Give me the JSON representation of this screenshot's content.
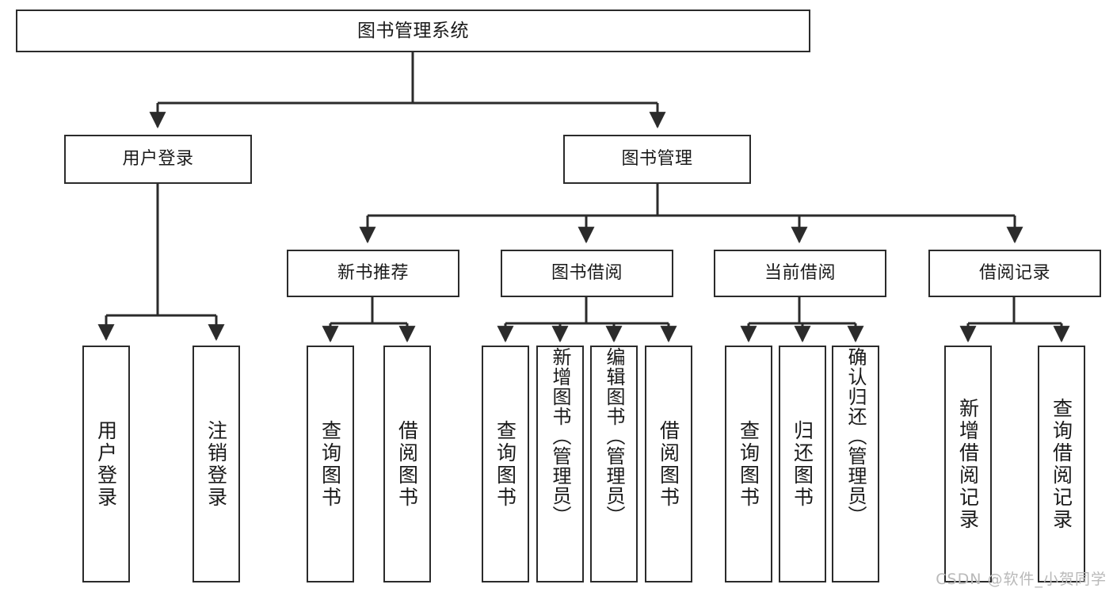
{
  "diagram": {
    "title": "图书管理系统",
    "type": "功能结构图",
    "line_color": "#2b2b2b",
    "box_fill": "#ffffff",
    "text_color": "#1a1a1a"
  },
  "root": {
    "label": "图书管理系统"
  },
  "level2": [
    {
      "label": "用户登录"
    },
    {
      "label": "图书管理"
    }
  ],
  "level3": [
    {
      "label": "新书推荐"
    },
    {
      "label": "图书借阅"
    },
    {
      "label": "当前借阅"
    },
    {
      "label": "借阅记录"
    }
  ],
  "leaves": {
    "user_login": [
      {
        "label": "用户登录"
      },
      {
        "label": "注销登录"
      }
    ],
    "new_book_recommend": [
      {
        "label": "查询图书"
      },
      {
        "label": "借阅图书"
      }
    ],
    "book_borrow": [
      {
        "label": "查询图书"
      },
      {
        "label": "新增图书（管理员）"
      },
      {
        "label": "编辑图书（管理员）"
      },
      {
        "label": "借阅图书"
      }
    ],
    "current_borrow": [
      {
        "label": "查询图书"
      },
      {
        "label": "归还图书"
      },
      {
        "label": "确认归还（管理员）"
      }
    ],
    "borrow_record": [
      {
        "label": "新增借阅记录"
      },
      {
        "label": "查询借阅记录"
      }
    ]
  },
  "watermark": {
    "text": "CSDN @软件_小贺同学"
  }
}
